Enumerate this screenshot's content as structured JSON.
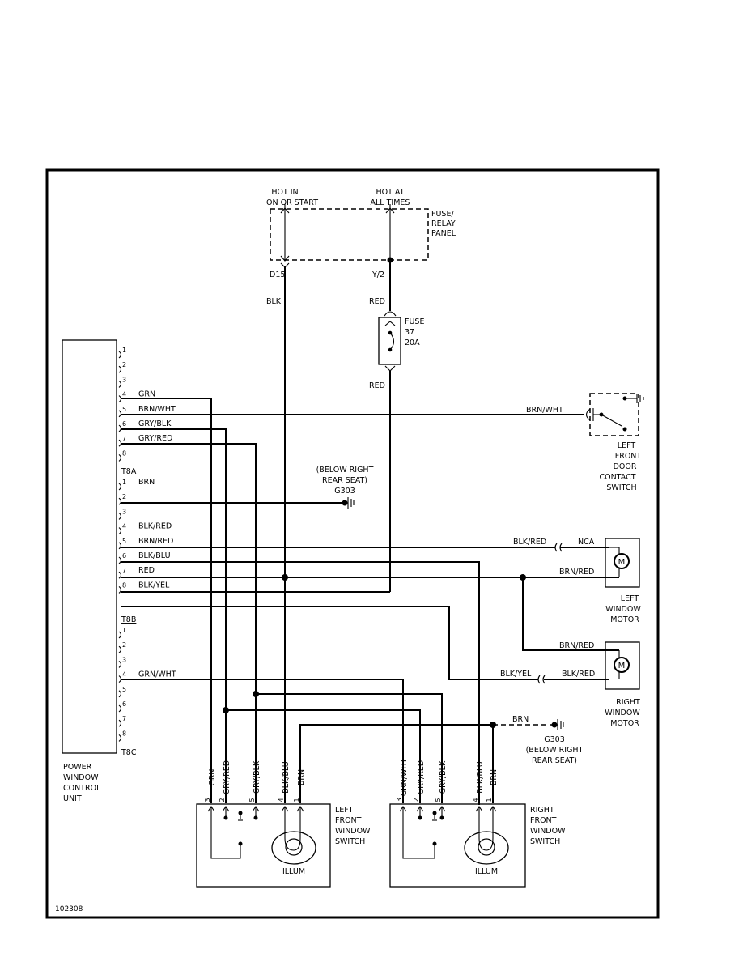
{
  "power": {
    "hot_run": [
      "HOT IN",
      "ON OR START"
    ],
    "hot_always": [
      "HOT AT",
      "ALL TIMES"
    ],
    "panel": [
      "FUSE/",
      "RELAY",
      "PANEL"
    ],
    "term_run": "D15",
    "term_always": "Y/2"
  },
  "wire_top": {
    "blk": "BLK",
    "red_in": "RED",
    "red_out": "RED"
  },
  "fuse": [
    "FUSE",
    "37",
    "20A"
  ],
  "control_unit": {
    "name": [
      "POWER",
      "WINDOW",
      "CONTROL",
      "UNIT"
    ],
    "connectors": [
      {
        "id": "T8A",
        "pins": [
          {
            "n": "1",
            "wire": ""
          },
          {
            "n": "2",
            "wire": ""
          },
          {
            "n": "3",
            "wire": ""
          },
          {
            "n": "4",
            "wire": "GRN"
          },
          {
            "n": "5",
            "wire": "BRN/WHT"
          },
          {
            "n": "6",
            "wire": "GRY/BLK"
          },
          {
            "n": "7",
            "wire": "GRY/RED"
          },
          {
            "n": "8",
            "wire": ""
          }
        ]
      },
      {
        "id": "T8B",
        "pins": [
          {
            "n": "1",
            "wire": "BRN"
          },
          {
            "n": "2",
            "wire": ""
          },
          {
            "n": "3",
            "wire": ""
          },
          {
            "n": "4",
            "wire": "BLK/RED"
          },
          {
            "n": "5",
            "wire": "BRN/RED"
          },
          {
            "n": "6",
            "wire": "BLK/BLU"
          },
          {
            "n": "7",
            "wire": "RED"
          },
          {
            "n": "8",
            "wire": "BLK/YEL"
          }
        ]
      },
      {
        "id": "T8C",
        "pins": [
          {
            "n": "1",
            "wire": ""
          },
          {
            "n": "2",
            "wire": ""
          },
          {
            "n": "3",
            "wire": ""
          },
          {
            "n": "4",
            "wire": "GRN/WHT"
          },
          {
            "n": "5",
            "wire": ""
          },
          {
            "n": "6",
            "wire": ""
          },
          {
            "n": "7",
            "wire": ""
          },
          {
            "n": "8",
            "wire": ""
          }
        ]
      }
    ]
  },
  "ground_upper": {
    "note": [
      "(BELOW RIGHT",
      "REAR SEAT)"
    ],
    "id": "G303"
  },
  "ground_lower": {
    "wire": "BRN",
    "id": "G303",
    "note": [
      "(BELOW RIGHT",
      "REAR SEAT)"
    ]
  },
  "door_switch": {
    "wire": "BRN/WHT",
    "name": [
      "LEFT",
      "FRONT",
      "DOOR",
      "CONTACT",
      "SWITCH"
    ]
  },
  "left_motor": {
    "wire_a_left": "BLK/RED",
    "nca": "NCA",
    "wire_b": "BRN/RED",
    "symbol": "M",
    "name": [
      "LEFT",
      "WINDOW",
      "MOTOR"
    ]
  },
  "right_motor": {
    "wire_a": "BRN/RED",
    "wire_b_left": "BLK/YEL",
    "wire_b_right": "BLK/RED",
    "symbol": "M",
    "name": [
      "RIGHT",
      "WINDOW",
      "MOTOR"
    ]
  },
  "left_switch": {
    "wires": [
      "GRN",
      "GRY/RED",
      "GRY/BLK",
      "BLK/BLU",
      "BRN"
    ],
    "pins": [
      "3",
      "2",
      "5",
      "4",
      "1"
    ],
    "illum": "ILLUM",
    "name": [
      "LEFT",
      "FRONT",
      "WINDOW",
      "SWITCH"
    ]
  },
  "right_switch": {
    "wires": [
      "GRN/WHT",
      "GRY/RED",
      "GRY/BLK",
      "BLK/BLU",
      "BRN"
    ],
    "pins": [
      "3",
      "2",
      "5",
      "4",
      "1"
    ],
    "illum": "ILLUM",
    "name": [
      "RIGHT",
      "FRONT",
      "WINDOW",
      "SWITCH"
    ]
  },
  "figure_id": "102308"
}
